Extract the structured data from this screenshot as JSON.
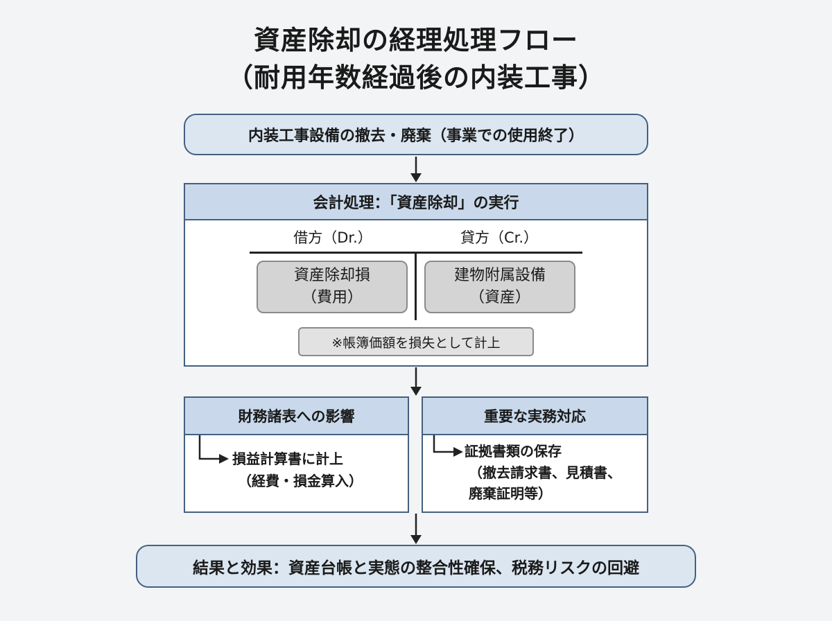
{
  "title": {
    "line1": "資産除却の経理処理フロー",
    "line2": "（耐用年数経過後の内装工事）"
  },
  "step1": {
    "text": "内装工事設備の撤去・廃棄（事業での使用終了）"
  },
  "accounting": {
    "heading": "会計処理：「資産除却」の実行",
    "debit_label": "借方（Dr.）",
    "credit_label": "貸方（Cr.）",
    "debit_account": {
      "line1": "資産除却損",
      "line2": "（費用）"
    },
    "credit_account": {
      "line1": "建物附属設備",
      "line2": "（資産）"
    },
    "note": "※帳簿価額を損失として計上"
  },
  "impact": {
    "heading": "財務諸表への影響",
    "line1": "損益計算書に計上",
    "line2": "（経費・損金算入）"
  },
  "practice": {
    "heading": "重要な実務対応",
    "line1": "証拠書類の保存",
    "line2": "（撤去請求書、見積書、",
    "line3": "廃棄証明等）"
  },
  "result": {
    "text": "結果と効果：資産台帳と実態の整合性確保、税務リスクの回避"
  }
}
